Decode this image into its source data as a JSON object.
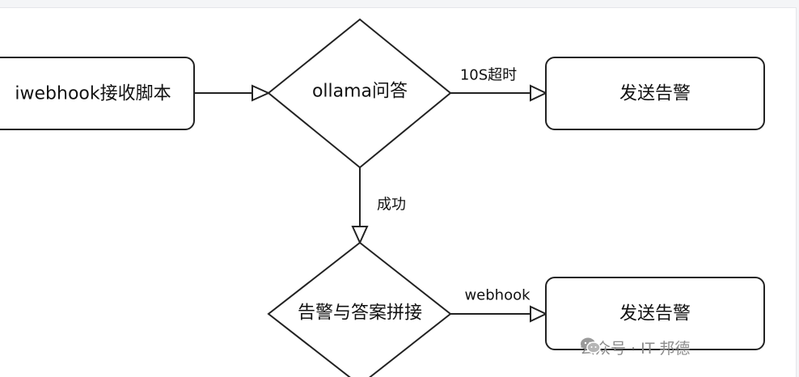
{
  "diagram": {
    "nodes": {
      "receiver": {
        "label": "iwebhook接收脚本"
      },
      "ollama_qa": {
        "label": "ollama问答"
      },
      "send_alert_timeout": {
        "label": "发送告警"
      },
      "merge": {
        "label": "告警与答案拼接"
      },
      "send_alert_webhook": {
        "label": "发送告警"
      }
    },
    "edges": {
      "timeout": {
        "label": "10S超时"
      },
      "success": {
        "label": "成功"
      },
      "webhook": {
        "label": "webhook"
      }
    },
    "colors": {
      "stroke": "#222222",
      "fill": "#ffffff",
      "text": "#111111"
    }
  },
  "watermark": {
    "icon": "wechat-icon",
    "text": "公众号 · IT 邦德"
  }
}
